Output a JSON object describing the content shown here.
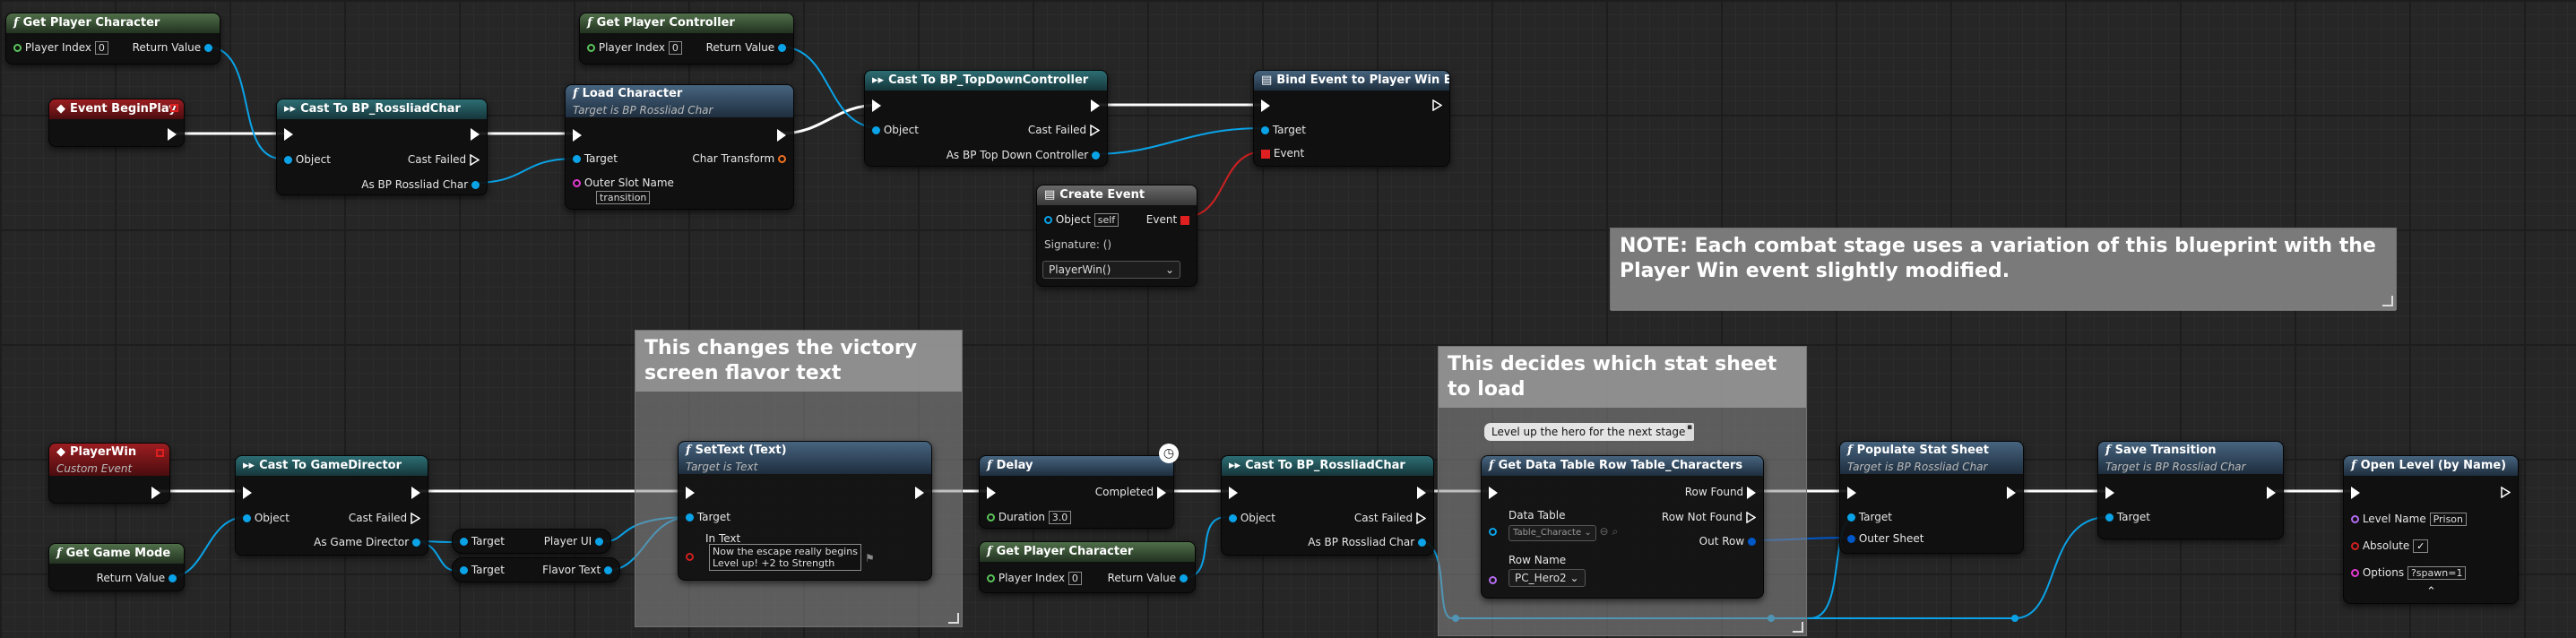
{
  "nodes": {
    "get_player_character_top": {
      "title": "Get Player Character",
      "player_index_label": "Player Index",
      "player_index_value": "0",
      "return_label": "Return Value"
    },
    "get_player_controller": {
      "title": "Get Player Controller",
      "player_index_label": "Player Index",
      "player_index_value": "0",
      "return_label": "Return Value"
    },
    "event_beginplay": {
      "title": "Event BeginPlay"
    },
    "cast_rossliad_top": {
      "title": "Cast To BP_RossliadChar",
      "object_label": "Object",
      "cast_failed_label": "Cast Failed",
      "as_label": "As BP Rossliad Char"
    },
    "load_character": {
      "title": "Load Character",
      "subtitle": "Target is BP Rossliad Char",
      "target_label": "Target",
      "char_transform_label": "Char Transform",
      "slot_label": "Outer Slot Name",
      "slot_value": "transition"
    },
    "cast_topdown": {
      "title": "Cast To BP_TopDownController",
      "object_label": "Object",
      "cast_failed_label": "Cast Failed",
      "as_label": "As BP Top Down Controller"
    },
    "bind_event": {
      "title": "Bind Event to Player Win ED",
      "target_label": "Target",
      "event_label": "Event"
    },
    "create_event": {
      "title": "Create Event",
      "object_label": "Object",
      "object_value": "self",
      "event_label": "Event",
      "signature_label": "Signature: ()",
      "dropdown_value": "PlayerWin()"
    },
    "player_win": {
      "title": "PlayerWin",
      "subtitle": "Custom Event"
    },
    "get_game_mode": {
      "title": "Get Game Mode",
      "return_label": "Return Value"
    },
    "cast_game_director": {
      "title": "Cast To GameDirector",
      "object_label": "Object",
      "cast_failed_label": "Cast Failed",
      "as_label": "As Game Director"
    },
    "getter_player_ui": {
      "target_label": "Target",
      "value_label": "Player UI"
    },
    "getter_flavor_text": {
      "target_label": "Target",
      "value_label": "Flavor Text"
    },
    "set_text": {
      "title": "SetText (Text)",
      "subtitle": "Target is Text",
      "target_label": "Target",
      "in_text_label": "In Text",
      "in_text_value_line1": "Now the escape really begins",
      "in_text_value_line2": "Level up! +2 to Strength"
    },
    "delay": {
      "title": "Delay",
      "completed_label": "Completed",
      "duration_label": "Duration",
      "duration_value": "3.0"
    },
    "get_player_character_bottom": {
      "title": "Get Player Character",
      "player_index_label": "Player Index",
      "player_index_value": "0",
      "return_label": "Return Value"
    },
    "cast_rossliad_bottom": {
      "title": "Cast To BP_RossliadChar",
      "object_label": "Object",
      "cast_failed_label": "Cast Failed",
      "as_label": "As BP Rossliad Char"
    },
    "get_data_table_row": {
      "title": "Get Data Table Row Table_Characters",
      "bubble": "Level up the hero for the next stage",
      "data_table_label": "Data Table",
      "data_table_value": "Table_Characte",
      "row_found_label": "Row Found",
      "row_not_found_label": "Row Not Found",
      "out_row_label": "Out Row",
      "row_name_label": "Row Name",
      "row_name_value": "PC_Hero2"
    },
    "populate_stat_sheet": {
      "title": "Populate Stat Sheet",
      "subtitle": "Target is BP Rossliad Char",
      "target_label": "Target",
      "outer_sheet_label": "Outer Sheet"
    },
    "save_transition": {
      "title": "Save Transition",
      "subtitle": "Target is BP Rossliad Char",
      "target_label": "Target"
    },
    "open_level": {
      "title": "Open Level (by Name)",
      "level_name_label": "Level Name",
      "level_name_value": "Prison",
      "absolute_label": "Absolute",
      "absolute_value": "✓",
      "options_label": "Options",
      "options_value": "?spawn=1"
    }
  },
  "comments": {
    "note": "NOTE: Each combat stage uses a variation of this blueprint with the Player Win event slightly modified.",
    "victory_text": "This changes the victory screen flavor text",
    "stat_sheet": "This decides which stat sheet to load"
  },
  "colors": {
    "exec": "#ffffff",
    "object": "#0aa3e8",
    "delegate": "#e02020",
    "struct": "#0057c8",
    "name": "#c27ef0"
  },
  "icons": [
    "function-icon",
    "cast-icon",
    "event-icon",
    "delegate-icon",
    "clock-icon",
    "bubble-pin-icon",
    "chevron-down-icon",
    "chevron-up-icon"
  ]
}
